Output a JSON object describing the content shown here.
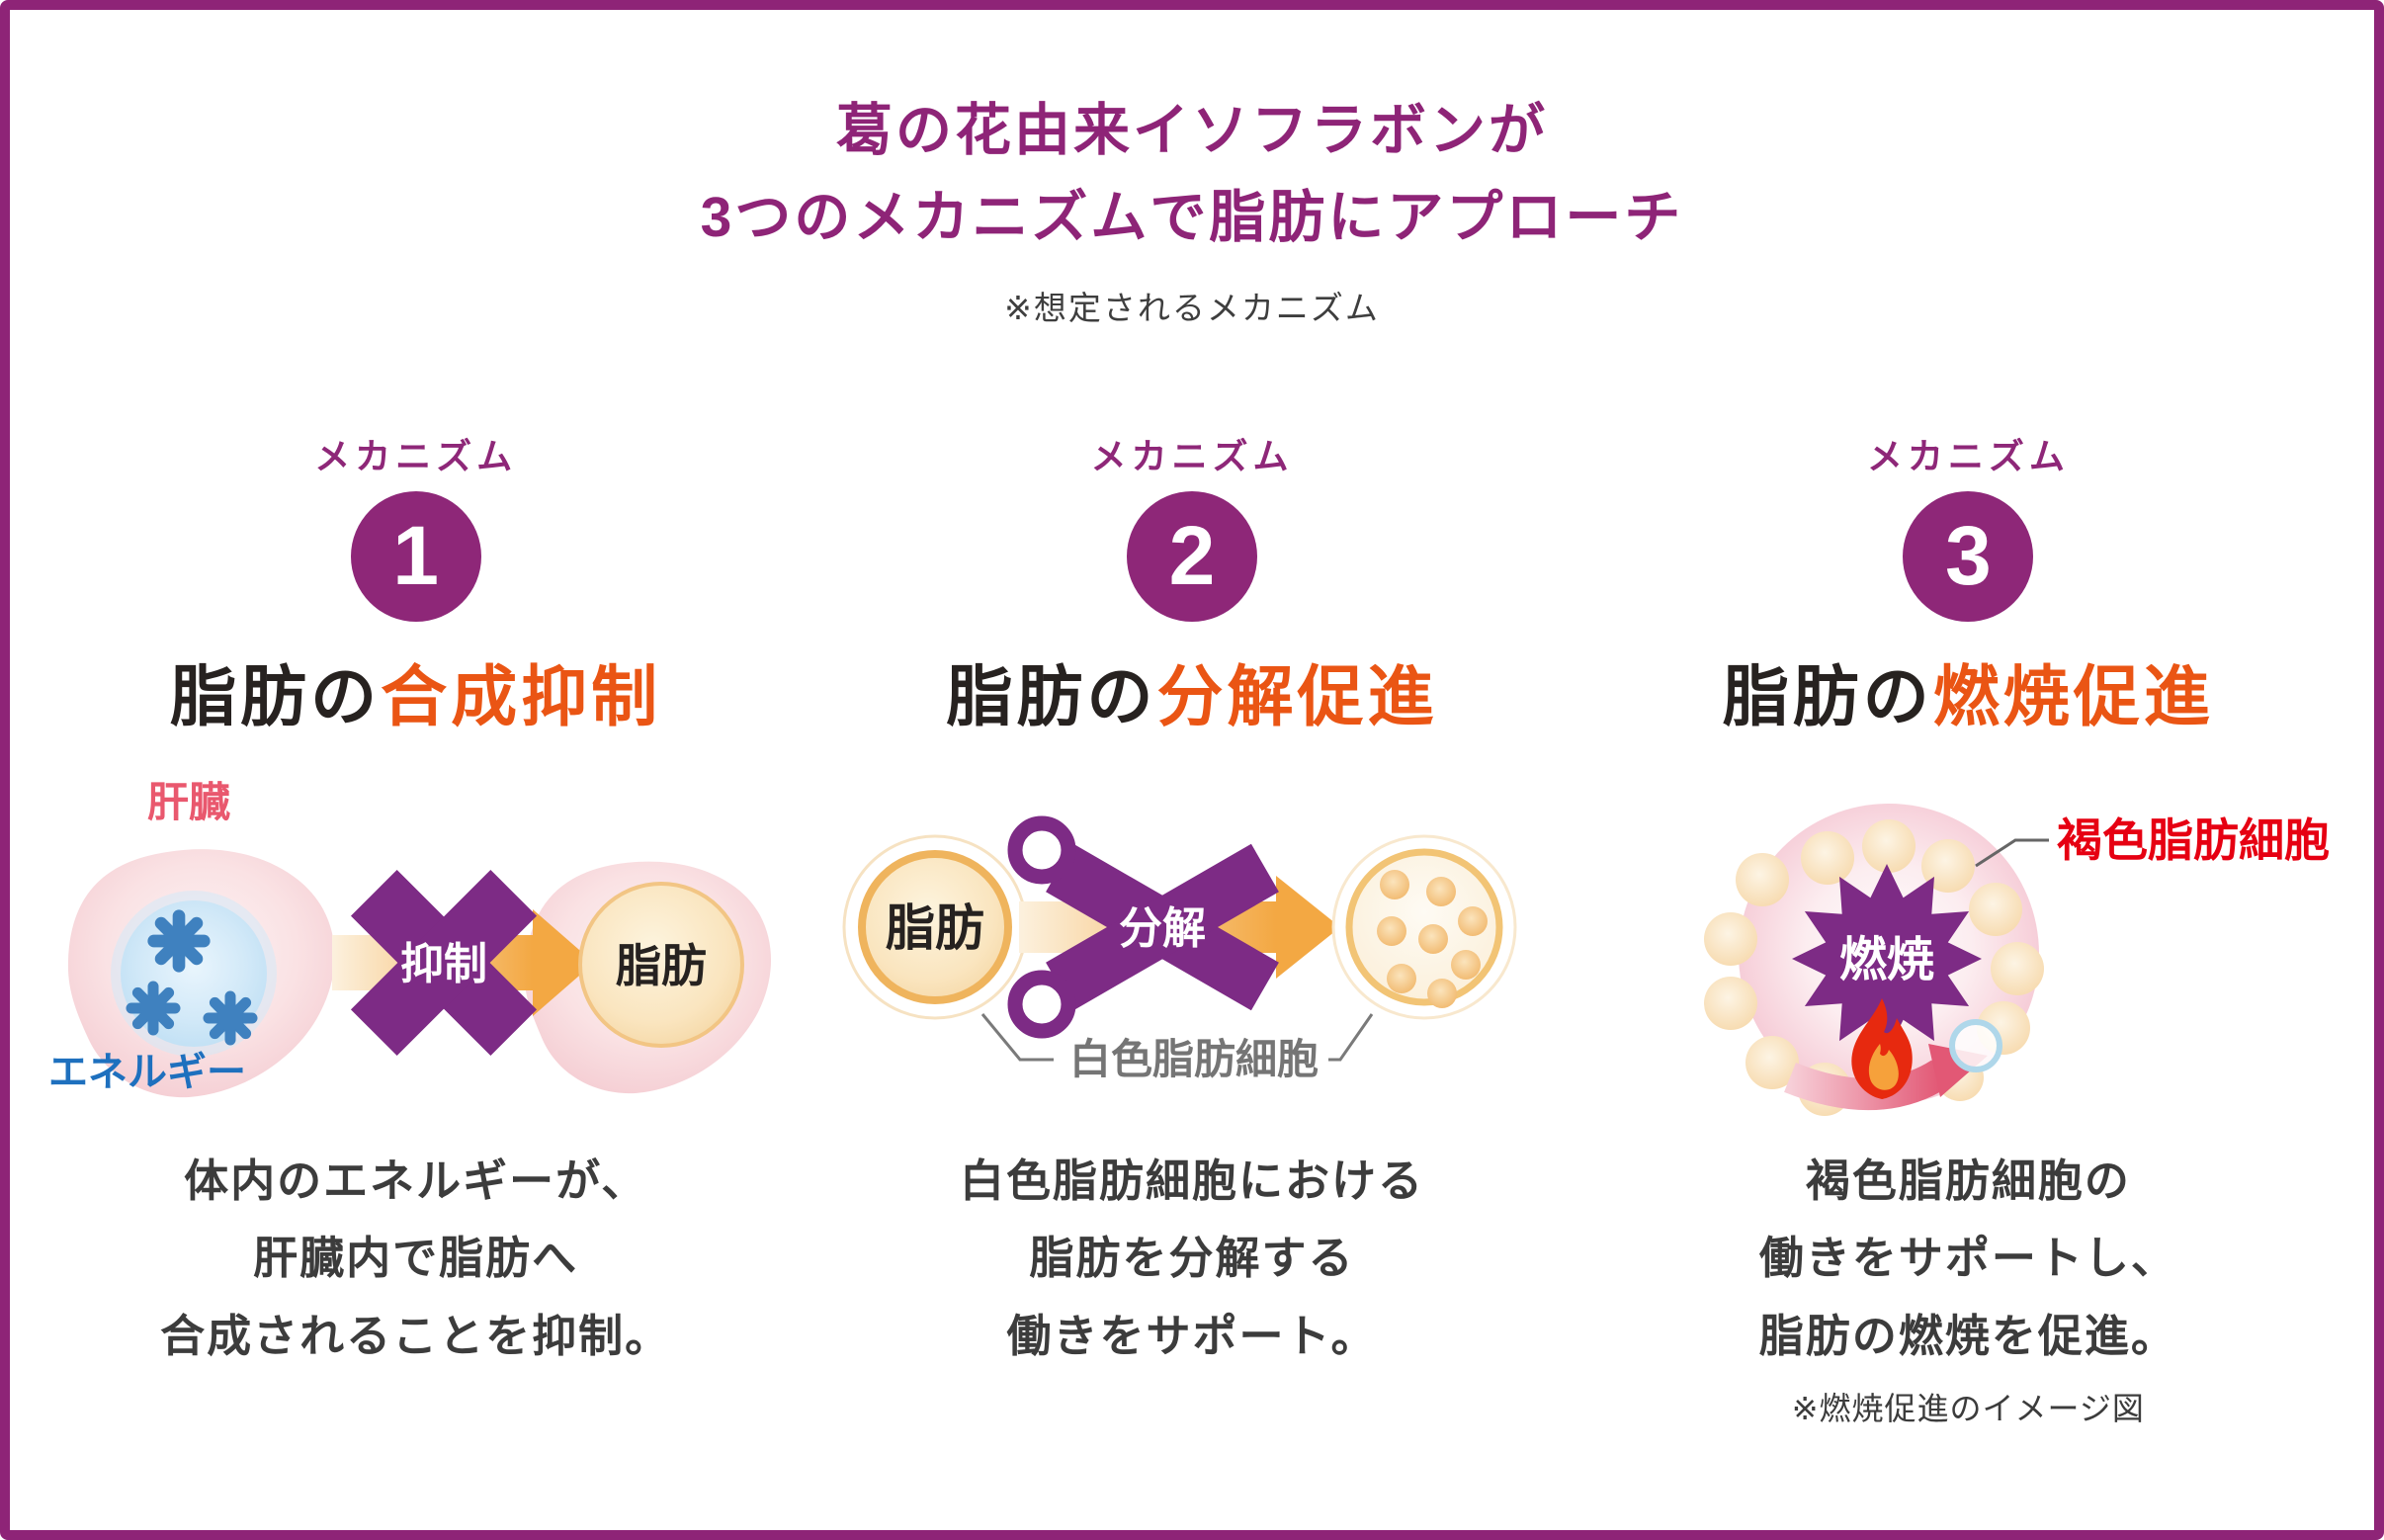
{
  "page": {
    "title_line1": "葛の花由来イソフラボンが",
    "title_line2": "3つのメカニズムで脂肪にアプローチ",
    "note": "※想定されるメカニズム"
  },
  "colors": {
    "frame_purple": "#8E2477",
    "circle_purple": "#8E2778",
    "shape_purple": "#7D2B85",
    "heading_orange": "#EA5514",
    "arrow_orange": "#F3A843",
    "label_red": "#E60012",
    "label_pink": "#E9586E",
    "label_blue": "#1E70BE",
    "label_gray": "#757575",
    "body_text": "#3C3C3C"
  },
  "mechanisms": [
    {
      "label": "メカニズム",
      "number": "1",
      "heading_black": "脂肪の",
      "heading_orange": "合成抑制",
      "illustration": {
        "liver_label": "肝臓",
        "energy_label": "エネルギー",
        "suppress_label": "抑制",
        "fat_label": "脂肪"
      },
      "desc_lines": [
        "体内のエネルギーが、",
        "肝臓内で脂肪へ",
        "合成されることを抑制。"
      ]
    },
    {
      "label": "メカニズム",
      "number": "2",
      "heading_black": "脂肪の",
      "heading_orange": "分解促進",
      "illustration": {
        "fat_label": "脂肪",
        "cut_label": "分解",
        "cell_label": "白色脂肪細胞"
      },
      "desc_lines": [
        "白色脂肪細胞における",
        "脂肪を分解する",
        "働きをサポート。"
      ]
    },
    {
      "label": "メカニズム",
      "number": "3",
      "heading_black": "脂肪の",
      "heading_orange": "燃焼促進",
      "illustration": {
        "burn_label": "燃焼",
        "cell_label": "褐色脂肪細胞"
      },
      "desc_lines": [
        "褐色脂肪細胞の",
        "働きをサポートし、",
        "脂肪の燃焼を促進。"
      ],
      "note": "※燃焼促進のイメージ図"
    }
  ]
}
